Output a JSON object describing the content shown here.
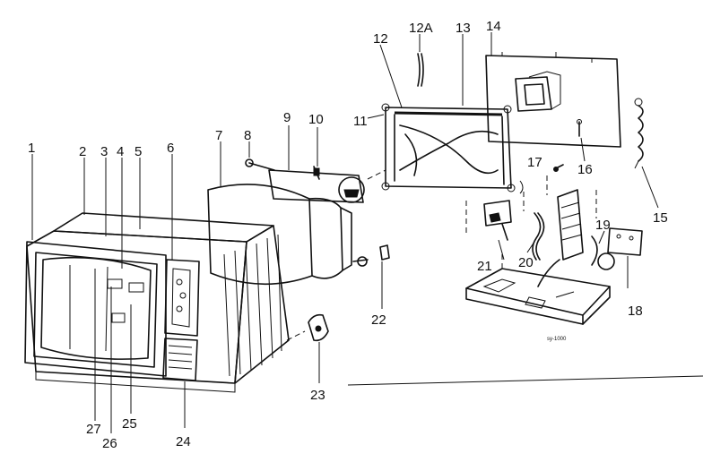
{
  "diagram": {
    "callouts": [
      "1",
      "2",
      "3",
      "4",
      "5",
      "6",
      "7",
      "8",
      "9",
      "10",
      "11",
      "12",
      "12A",
      "13",
      "14",
      "15",
      "16",
      "17",
      "18",
      "19",
      "20",
      "21",
      "22",
      "23",
      "24",
      "25",
      "26",
      "27"
    ],
    "stamp": "sy-1000"
  }
}
